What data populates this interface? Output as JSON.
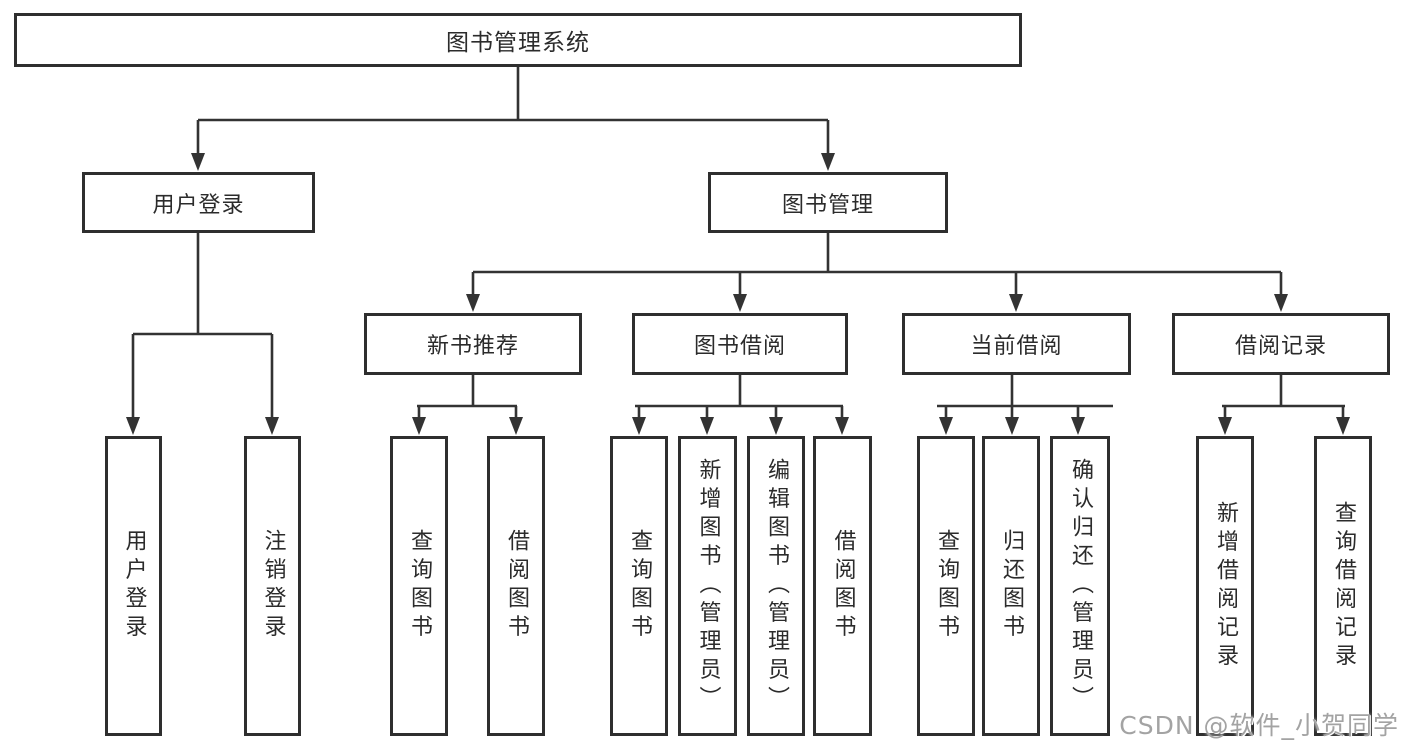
{
  "tree": {
    "root": {
      "label": "图书管理系统"
    },
    "branches": [
      {
        "label": "用户登录",
        "children": [
          {
            "label": "用户登录"
          },
          {
            "label": "注销登录"
          }
        ]
      },
      {
        "label": "图书管理",
        "modules": [
          {
            "label": "新书推荐",
            "children": [
              {
                "label": "查询图书"
              },
              {
                "label": "借阅图书"
              }
            ]
          },
          {
            "label": "图书借阅",
            "children": [
              {
                "label": "查询图书"
              },
              {
                "label": "新增图书（管理员）"
              },
              {
                "label": "编辑图书（管理员）"
              },
              {
                "label": "借阅图书"
              }
            ]
          },
          {
            "label": "当前借阅",
            "children": [
              {
                "label": "查询图书"
              },
              {
                "label": "归还图书"
              },
              {
                "label": "确认归还（管理员）"
              }
            ]
          },
          {
            "label": "借阅记录",
            "children": [
              {
                "label": "新增借阅记录"
              },
              {
                "label": "查询借阅记录"
              }
            ]
          }
        ]
      }
    ]
  },
  "watermark": {
    "text": "CSDN @软件_小贺同学"
  },
  "colors": {
    "background": "#ffffff",
    "line": "#333333",
    "box_border": "#2e2e2e",
    "text": "#2b2b2b",
    "watermark": "#a3a3a3"
  }
}
